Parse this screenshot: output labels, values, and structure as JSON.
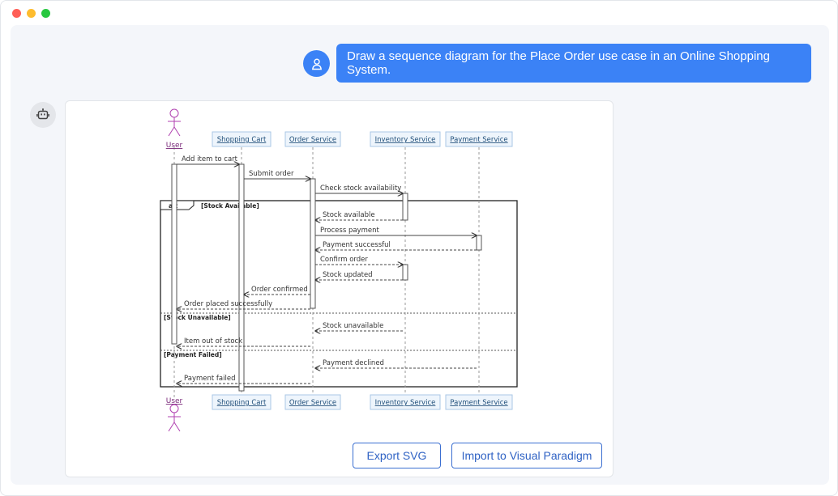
{
  "window": {
    "dot_colors": [
      "#ff5f57",
      "#febc2e",
      "#28c840"
    ]
  },
  "user_message": {
    "text": "Draw a sequence diagram for the Place Order use case in an Online Shopping System.",
    "avatar_icon": "user-icon"
  },
  "bot": {
    "avatar_icon": "robot-icon"
  },
  "diagram": {
    "participants": [
      {
        "label": "User",
        "kind": "actor"
      },
      {
        "label": "Shopping Cart",
        "kind": "box"
      },
      {
        "label": "Order Service",
        "kind": "box"
      },
      {
        "label": "Inventory Service",
        "kind": "box"
      },
      {
        "label": "Payment Service",
        "kind": "box"
      }
    ],
    "messages": [
      {
        "text": "Add item to cart",
        "from": "User",
        "to": "Shopping Cart",
        "style": "solid"
      },
      {
        "text": "Submit order",
        "from": "Shopping Cart",
        "to": "Order Service",
        "style": "solid"
      },
      {
        "text": "Check stock availability",
        "from": "Order Service",
        "to": "Inventory Service",
        "style": "solid"
      },
      {
        "text": "Stock available",
        "from": "Inventory Service",
        "to": "Order Service",
        "style": "dashed"
      },
      {
        "text": "Process payment",
        "from": "Order Service",
        "to": "Payment Service",
        "style": "solid"
      },
      {
        "text": "Payment successful",
        "from": "Payment Service",
        "to": "Order Service",
        "style": "dashed"
      },
      {
        "text": "Confirm order",
        "from": "Order Service",
        "to": "Inventory Service",
        "style": "dashed"
      },
      {
        "text": "Stock updated",
        "from": "Inventory Service",
        "to": "Order Service",
        "style": "dashed"
      },
      {
        "text": "Order confirmed",
        "from": "Order Service",
        "to": "Shopping Cart",
        "style": "dashed"
      },
      {
        "text": "Order placed successfully",
        "from": "Order Service",
        "to": "User",
        "style": "dashed"
      },
      {
        "text": "Stock unavailable",
        "from": "Inventory Service",
        "to": "Order Service",
        "style": "dashed"
      },
      {
        "text": "Item out of stock",
        "from": "Order Service",
        "to": "User",
        "style": "dashed"
      },
      {
        "text": "Payment declined",
        "from": "Payment Service",
        "to": "Order Service",
        "style": "dashed"
      },
      {
        "text": "Payment failed",
        "from": "Order Service",
        "to": "User",
        "style": "dashed"
      }
    ],
    "fragment": {
      "operator": "alt",
      "guards": [
        "[Stock Available]",
        "[Stock Unavailable]",
        "[Payment Failed]"
      ]
    }
  },
  "actions": {
    "export_label": "Export SVG",
    "import_label": "Import to Visual Paradigm"
  }
}
